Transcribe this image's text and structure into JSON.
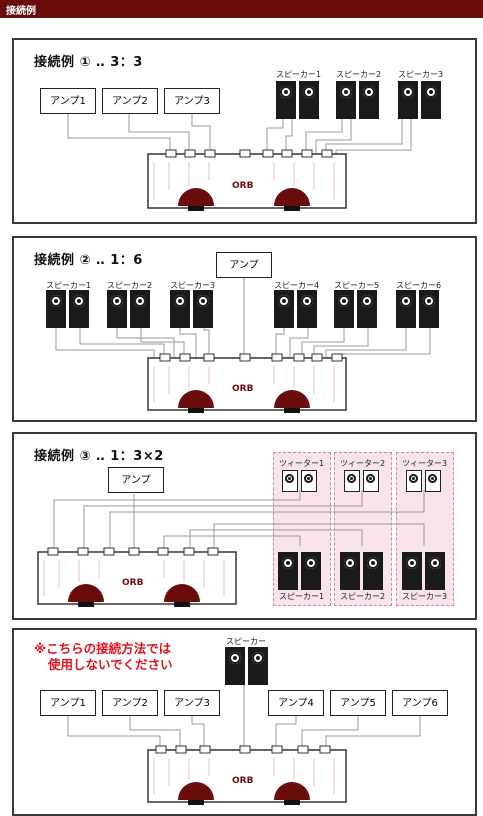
{
  "header": {
    "title": "接続例"
  },
  "panel1": {
    "title": "接続例 ① ‥ 3：3",
    "amps": [
      "アンプ1",
      "アンプ2",
      "アンプ3"
    ],
    "speakers": [
      "スピーカー1",
      "スピーカー2",
      "スピーカー3"
    ]
  },
  "panel2": {
    "title": "接続例 ② ‥ 1：6",
    "amp": "アンプ",
    "speakers": [
      "スピーカー1",
      "スピーカー2",
      "スピーカー3",
      "スピーカー4",
      "スピーカー5",
      "スピーカー6"
    ]
  },
  "panel3": {
    "title": "接続例 ③ ‥ 1：3×2",
    "amp": "アンプ",
    "tweeters": [
      "ツィーター1",
      "ツィーター2",
      "ツィーター3"
    ],
    "speakers": [
      "スピーカー1",
      "スピーカー2",
      "スピーカー3"
    ]
  },
  "panel4": {
    "warning_line1": "※こちらの接続方法では",
    "warning_line2": "使用しないでください",
    "speaker": "スピーカー",
    "amps": [
      "アンプ1",
      "アンプ2",
      "アンプ3",
      "アンプ4",
      "アンプ5",
      "アンプ6"
    ]
  },
  "device": {
    "logo": "ORB"
  },
  "colors": {
    "header": "#6b0c0c",
    "warning": "#e0121e",
    "pink_zone": "#f8e4ea"
  }
}
